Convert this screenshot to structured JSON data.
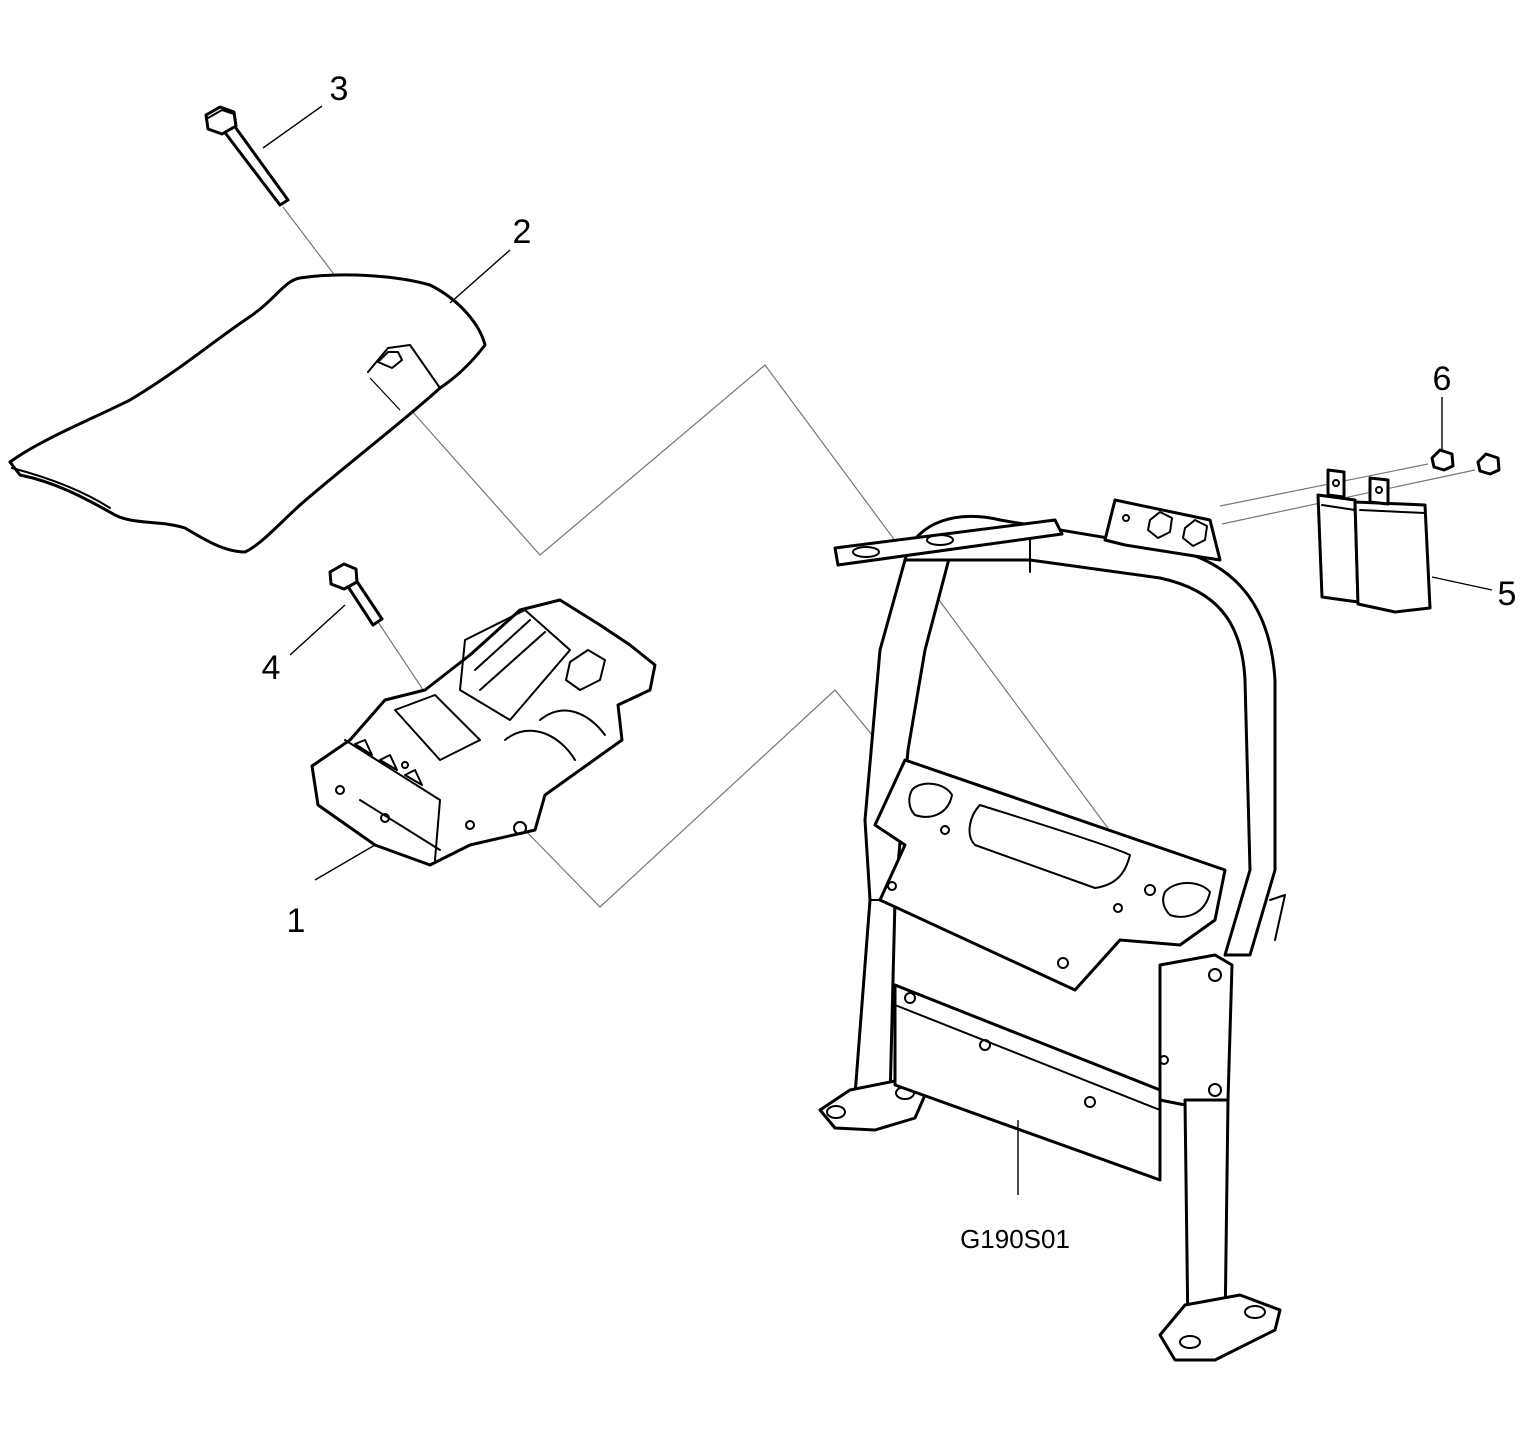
{
  "callouts": {
    "c1": "1",
    "c2": "2",
    "c3": "3",
    "c4": "4",
    "c5": "5",
    "c6": "6"
  },
  "drawing_code": "G190S01",
  "parts": {
    "p1": "ecu-module",
    "p2": "protective-cover",
    "p3": "long-bolt",
    "p4": "short-bolt",
    "p5": "relay-pair",
    "p6": "small-screw",
    "frame": "support-frame"
  }
}
